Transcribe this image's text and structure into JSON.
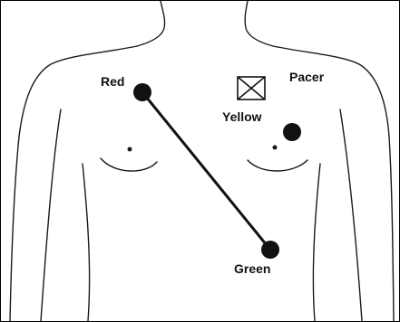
{
  "labels": {
    "red": "Red",
    "yellow": "Yellow",
    "pacer": "Pacer",
    "green": "Green"
  },
  "colors": {
    "outline": "#1a1a1a",
    "electrode": "#111111",
    "background": "#ffffff"
  },
  "icons": {
    "pacer": "pacer-box-icon"
  }
}
